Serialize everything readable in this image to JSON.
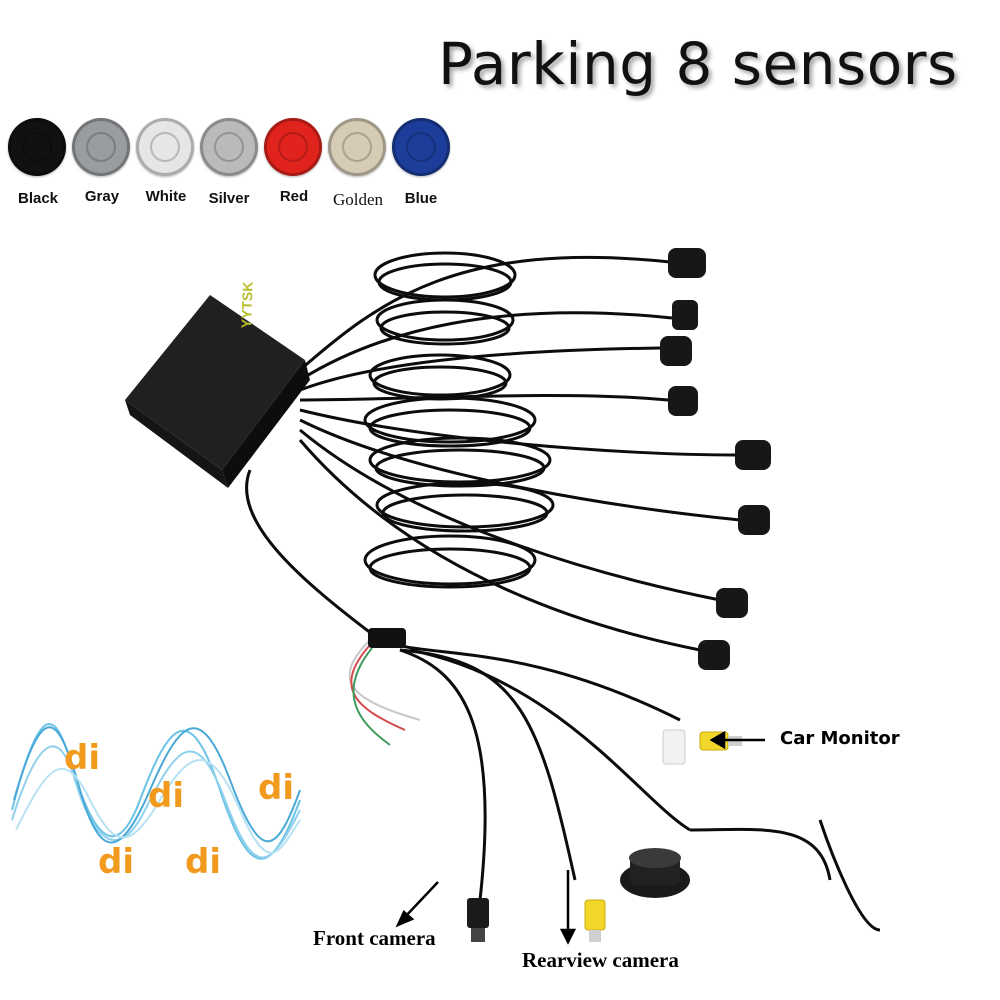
{
  "title": "Parking 8 sensors",
  "colors": [
    {
      "label": "Black",
      "hex": "#111111"
    },
    {
      "label": "Gray",
      "hex": "#9a9da0"
    },
    {
      "label": "White",
      "hex": "#e4e6e8"
    },
    {
      "label": "Silver",
      "hex": "#b8babb"
    },
    {
      "label": "Red",
      "hex": "#e1231e"
    },
    {
      "label": "Golden",
      "hex": "#d6cbb5"
    },
    {
      "label": "Blue",
      "hex": "#1d3d9a"
    }
  ],
  "callouts": {
    "car_monitor": "Car Monitor",
    "front_camera": "Front camera",
    "rearview_camera": "Rearview camera"
  },
  "sound": [
    "di",
    "di",
    "di",
    "di",
    "di"
  ],
  "box_brand": "YYTSK",
  "accent": {
    "sound_text": "#f19a1e",
    "cable": "#0c0c0c",
    "rca_plug": "#f3d62a"
  }
}
